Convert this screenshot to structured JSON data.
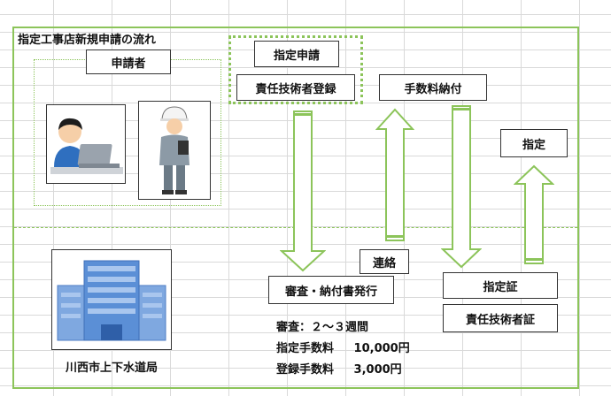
{
  "title": "指定工事店新規申請の流れ",
  "applicant_label": "申請者",
  "submission": {
    "line1": "指定申請",
    "line2": "責任技術者登録"
  },
  "fee_payment": "手数料納付",
  "designation": "指定",
  "contact": "連絡",
  "review": "審査・納付書発行",
  "certificates": {
    "first": "指定証",
    "second": "責任技術者証"
  },
  "bureau": "川西市上下水道局",
  "notes": [
    {
      "label": "審査：２～３週間",
      "value": ""
    },
    {
      "label": "指定手数料",
      "value": "10,000円"
    },
    {
      "label": "登録手数料",
      "value": "3,000円"
    }
  ],
  "colors": {
    "accent_green": "#8cc45a",
    "arrow_fill": "#ffffff",
    "building_blue": "#5b8fd6"
  }
}
